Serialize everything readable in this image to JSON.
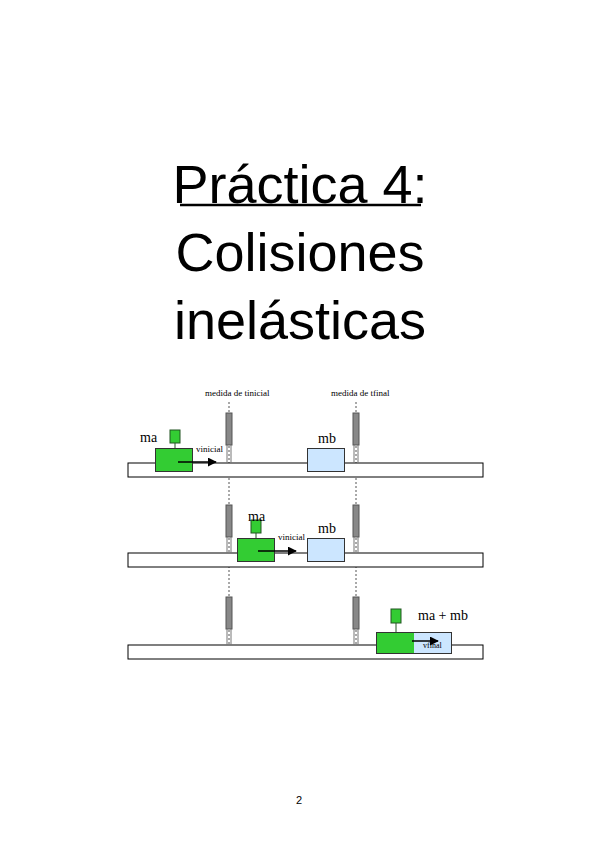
{
  "diagram": {
    "title": "Práctica 4: Colisiones inelásticas",
    "nodes": [
      {
        "text": [
          "ma",
          "vinicial"
        ]
      },
      {
        "text": [
          "mb"
        ]
      },
      {
        "text": [
          "ma",
          "vinicial"
        ]
      },
      {
        "text": [
          "mb"
        ]
      },
      {
        "text": [
          "ma + mb",
          "vfinal"
        ]
      }
    ],
    "labels": [
      "medida de tinicial",
      "medida de tfinal",
      "2"
    ]
  }
}
